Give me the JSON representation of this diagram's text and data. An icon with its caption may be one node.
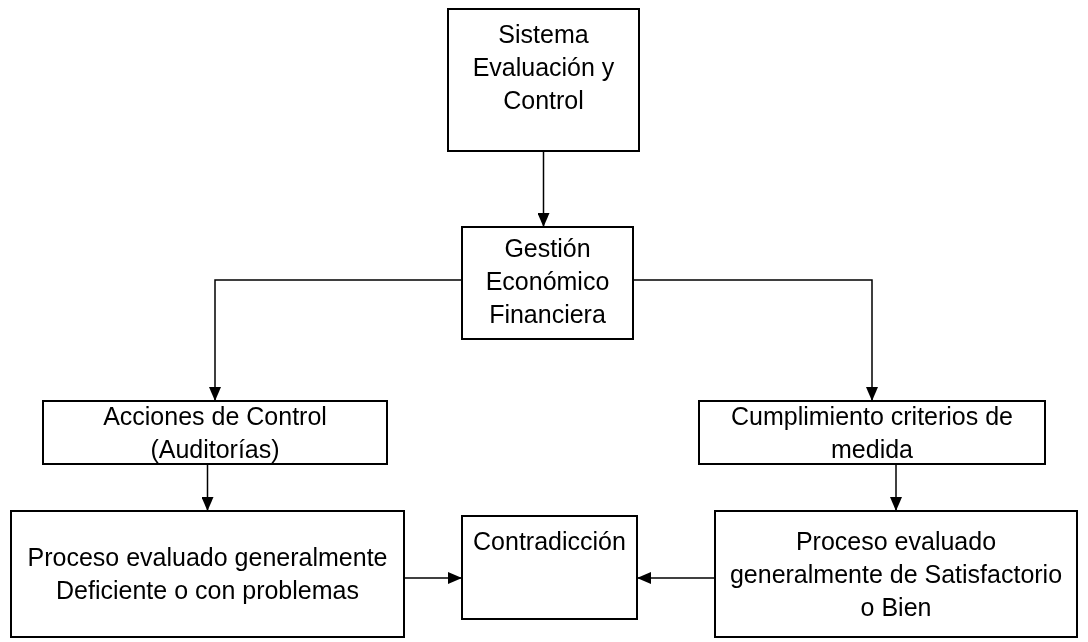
{
  "diagram": {
    "nodes": [
      {
        "text": [
          "Sistema Evaluación y Control"
        ]
      },
      {
        "text": [
          "Gestión Económico Financiera"
        ]
      },
      {
        "text": [
          "Acciones de Control (Auditorías)"
        ]
      },
      {
        "text": [
          "Cumplimiento criterios de medida"
        ]
      },
      {
        "text": [
          "Proceso evaluado generalmente Deficiente o con problemas"
        ]
      },
      {
        "text": [
          "Contradicción"
        ]
      },
      {
        "text": [
          "Proceso evaluado generalmente de Satisfactorio o Bien"
        ]
      }
    ],
    "edges": [
      {
        "from": 0,
        "to": 1,
        "arrow": "to"
      },
      {
        "from": 1,
        "to": 2,
        "arrow": "to"
      },
      {
        "from": 1,
        "to": 3,
        "arrow": "to"
      },
      {
        "from": 2,
        "to": 4,
        "arrow": "to"
      },
      {
        "from": 3,
        "to": 6,
        "arrow": "to"
      },
      {
        "from": 4,
        "to": 5,
        "arrow": "to"
      },
      {
        "from": 6,
        "to": 5,
        "arrow": "to"
      }
    ]
  }
}
